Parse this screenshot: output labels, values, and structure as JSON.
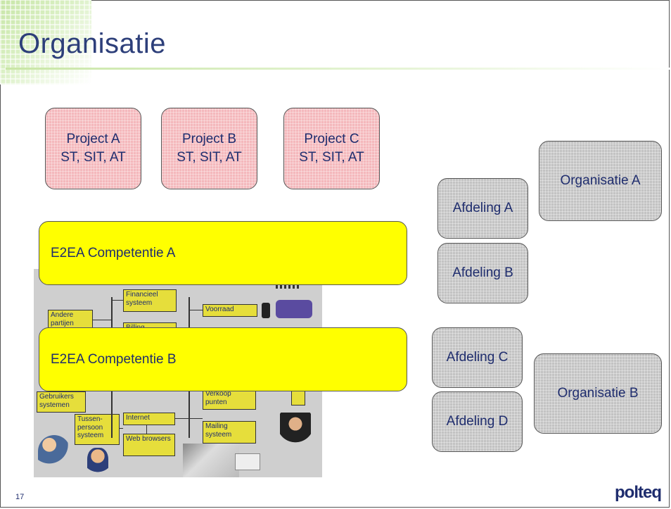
{
  "slide": {
    "title": "Organisatie",
    "page_number": "17",
    "logo_text": "polteq"
  },
  "projects": [
    {
      "name": "Project A",
      "tests": "ST, SIT, AT"
    },
    {
      "name": "Project B",
      "tests": "ST, SIT, AT"
    },
    {
      "name": "Project C",
      "tests": "ST, SIT, AT"
    }
  ],
  "competences": [
    {
      "label": "E2EA Competentie A"
    },
    {
      "label": "E2EA Competentie B"
    }
  ],
  "departments": [
    "Afdeling A",
    "Afdeling B",
    "Afdeling C",
    "Afdeling D"
  ],
  "organisations": [
    "Organisatie A",
    "Organisatie B"
  ],
  "background_diagram": {
    "boxes": [
      "Financieel systeem",
      "Billing",
      "Andere partijen",
      "Voorraad",
      "Gebruikers systemen",
      "Verkoop punten",
      "Tussen-persoon systeem",
      "Internet",
      "Mailing systeem",
      "Web browsers"
    ]
  },
  "colors": {
    "title": "#2d3f7a",
    "project_fill": "#f4b8bc",
    "competence_fill": "#ffff00",
    "org_fill": "#c3c3c3"
  }
}
